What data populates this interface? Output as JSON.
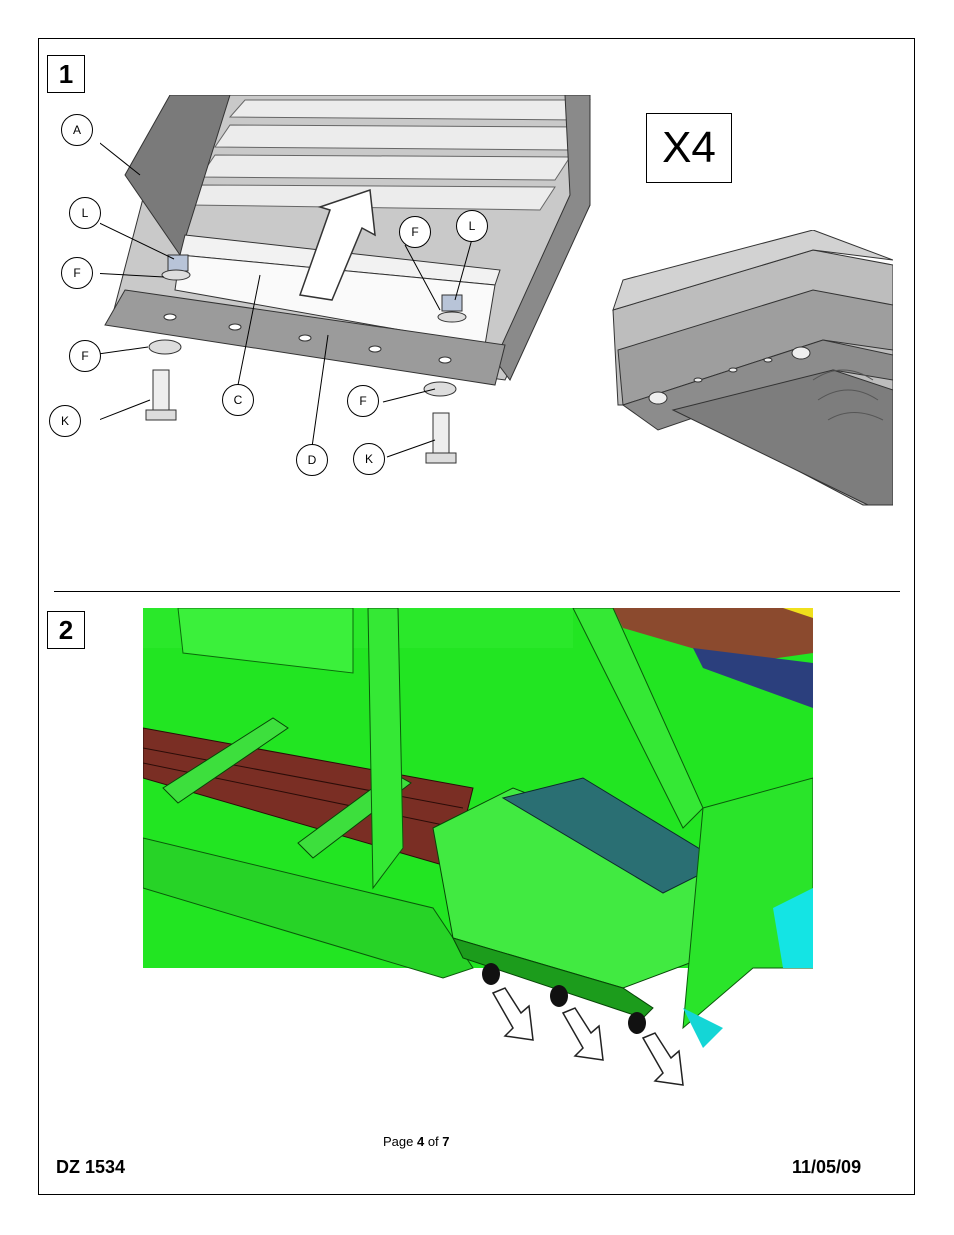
{
  "step1": {
    "number": "1",
    "quantity": "X4",
    "callouts": [
      "A",
      "L",
      "F",
      "F",
      "K",
      "C",
      "D",
      "F",
      "L",
      "F",
      "K"
    ]
  },
  "step2": {
    "number": "2"
  },
  "footer": {
    "doc_id": "DZ 1534",
    "date": "11/05/09",
    "page_prefix": "Page ",
    "page_current": "4",
    "page_mid": " of ",
    "page_total": "7"
  }
}
